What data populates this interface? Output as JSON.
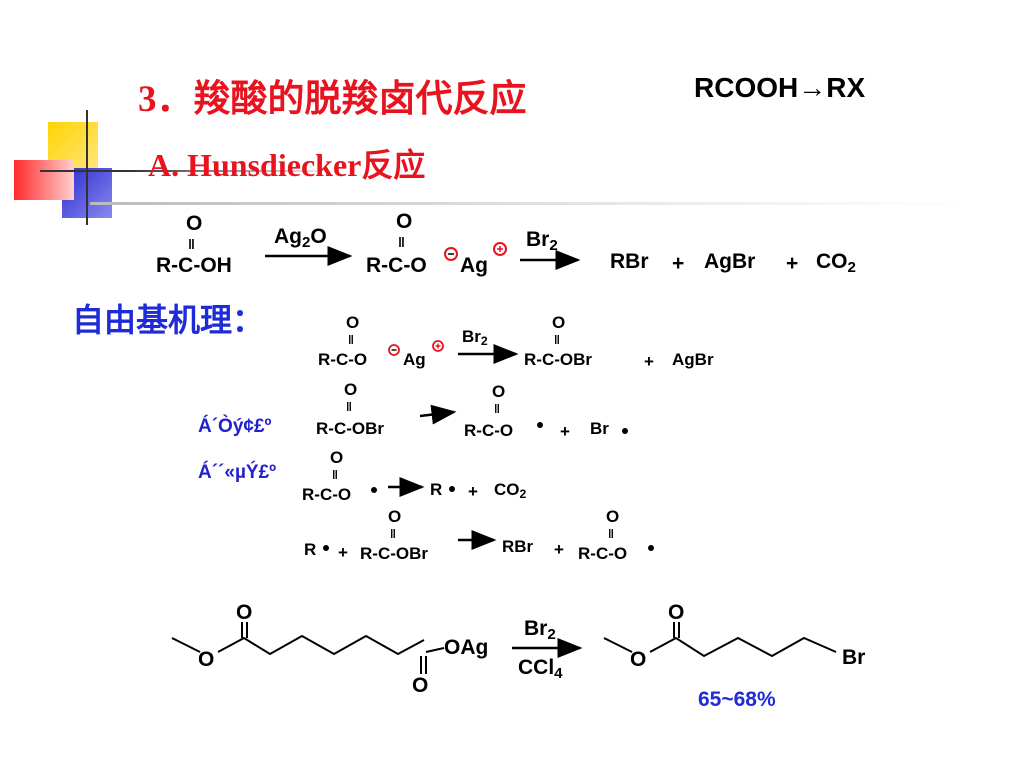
{
  "slide": {
    "heading": "3．羧酸的脱羧卤代反应",
    "subheading": "A. Hunsdiecker反应",
    "top_right_formula": "RCOOH→RX",
    "mechanism_label": "自由基机理：",
    "initiation_label": "Á´Òý¢£º",
    "propagation_label": "Á´´«µÝ£º",
    "yield": "65~68%"
  },
  "overall_reaction": {
    "reactant": "R-C-OH",
    "reagent1": "Ag",
    "reagent1_sub": "2",
    "reagent1_tail": "O",
    "salt_left": "R-C-O",
    "salt_right": "Ag",
    "oxygen": "O",
    "reagent2": "Br",
    "reagent2_sub": "2",
    "product1": "RBr",
    "plus": "+",
    "product2": "AgBr",
    "product3": "CO",
    "product3_sub": "2"
  },
  "mechanism": {
    "step1_left": "R-C-O",
    "step1_ag": "Ag",
    "step1_reagent": "Br",
    "step1_product": "R-C-OBr",
    "step1_byproduct": "AgBr",
    "step2_left": "R-C-OBr",
    "step2_product": "R-C-O",
    "step2_radical": "Br",
    "step3_left": "R-C-O",
    "step3_product": "R",
    "step3_co2": "CO",
    "step4_r": "R",
    "step4_left": "R-C-OBr",
    "step4_product": "RBr",
    "step4_right": "R-C-O",
    "oxygen": "O",
    "two": "2",
    "plus": "+"
  },
  "example": {
    "ester_o": "O",
    "carbonyl_o": "O",
    "oag": "OAg",
    "reagent_top": "Br",
    "reagent_top_sub": "2",
    "reagent_bottom": "CCl",
    "reagent_bottom_sub": "4",
    "product_br": "Br"
  },
  "colors": {
    "heading": "#e8131f",
    "label_blue": "#1f2bd6",
    "charge_red": "#e8131f",
    "deco_yellow": "#ffcc00",
    "deco_red": "#ff3333",
    "deco_blue": "#3333cc"
  }
}
